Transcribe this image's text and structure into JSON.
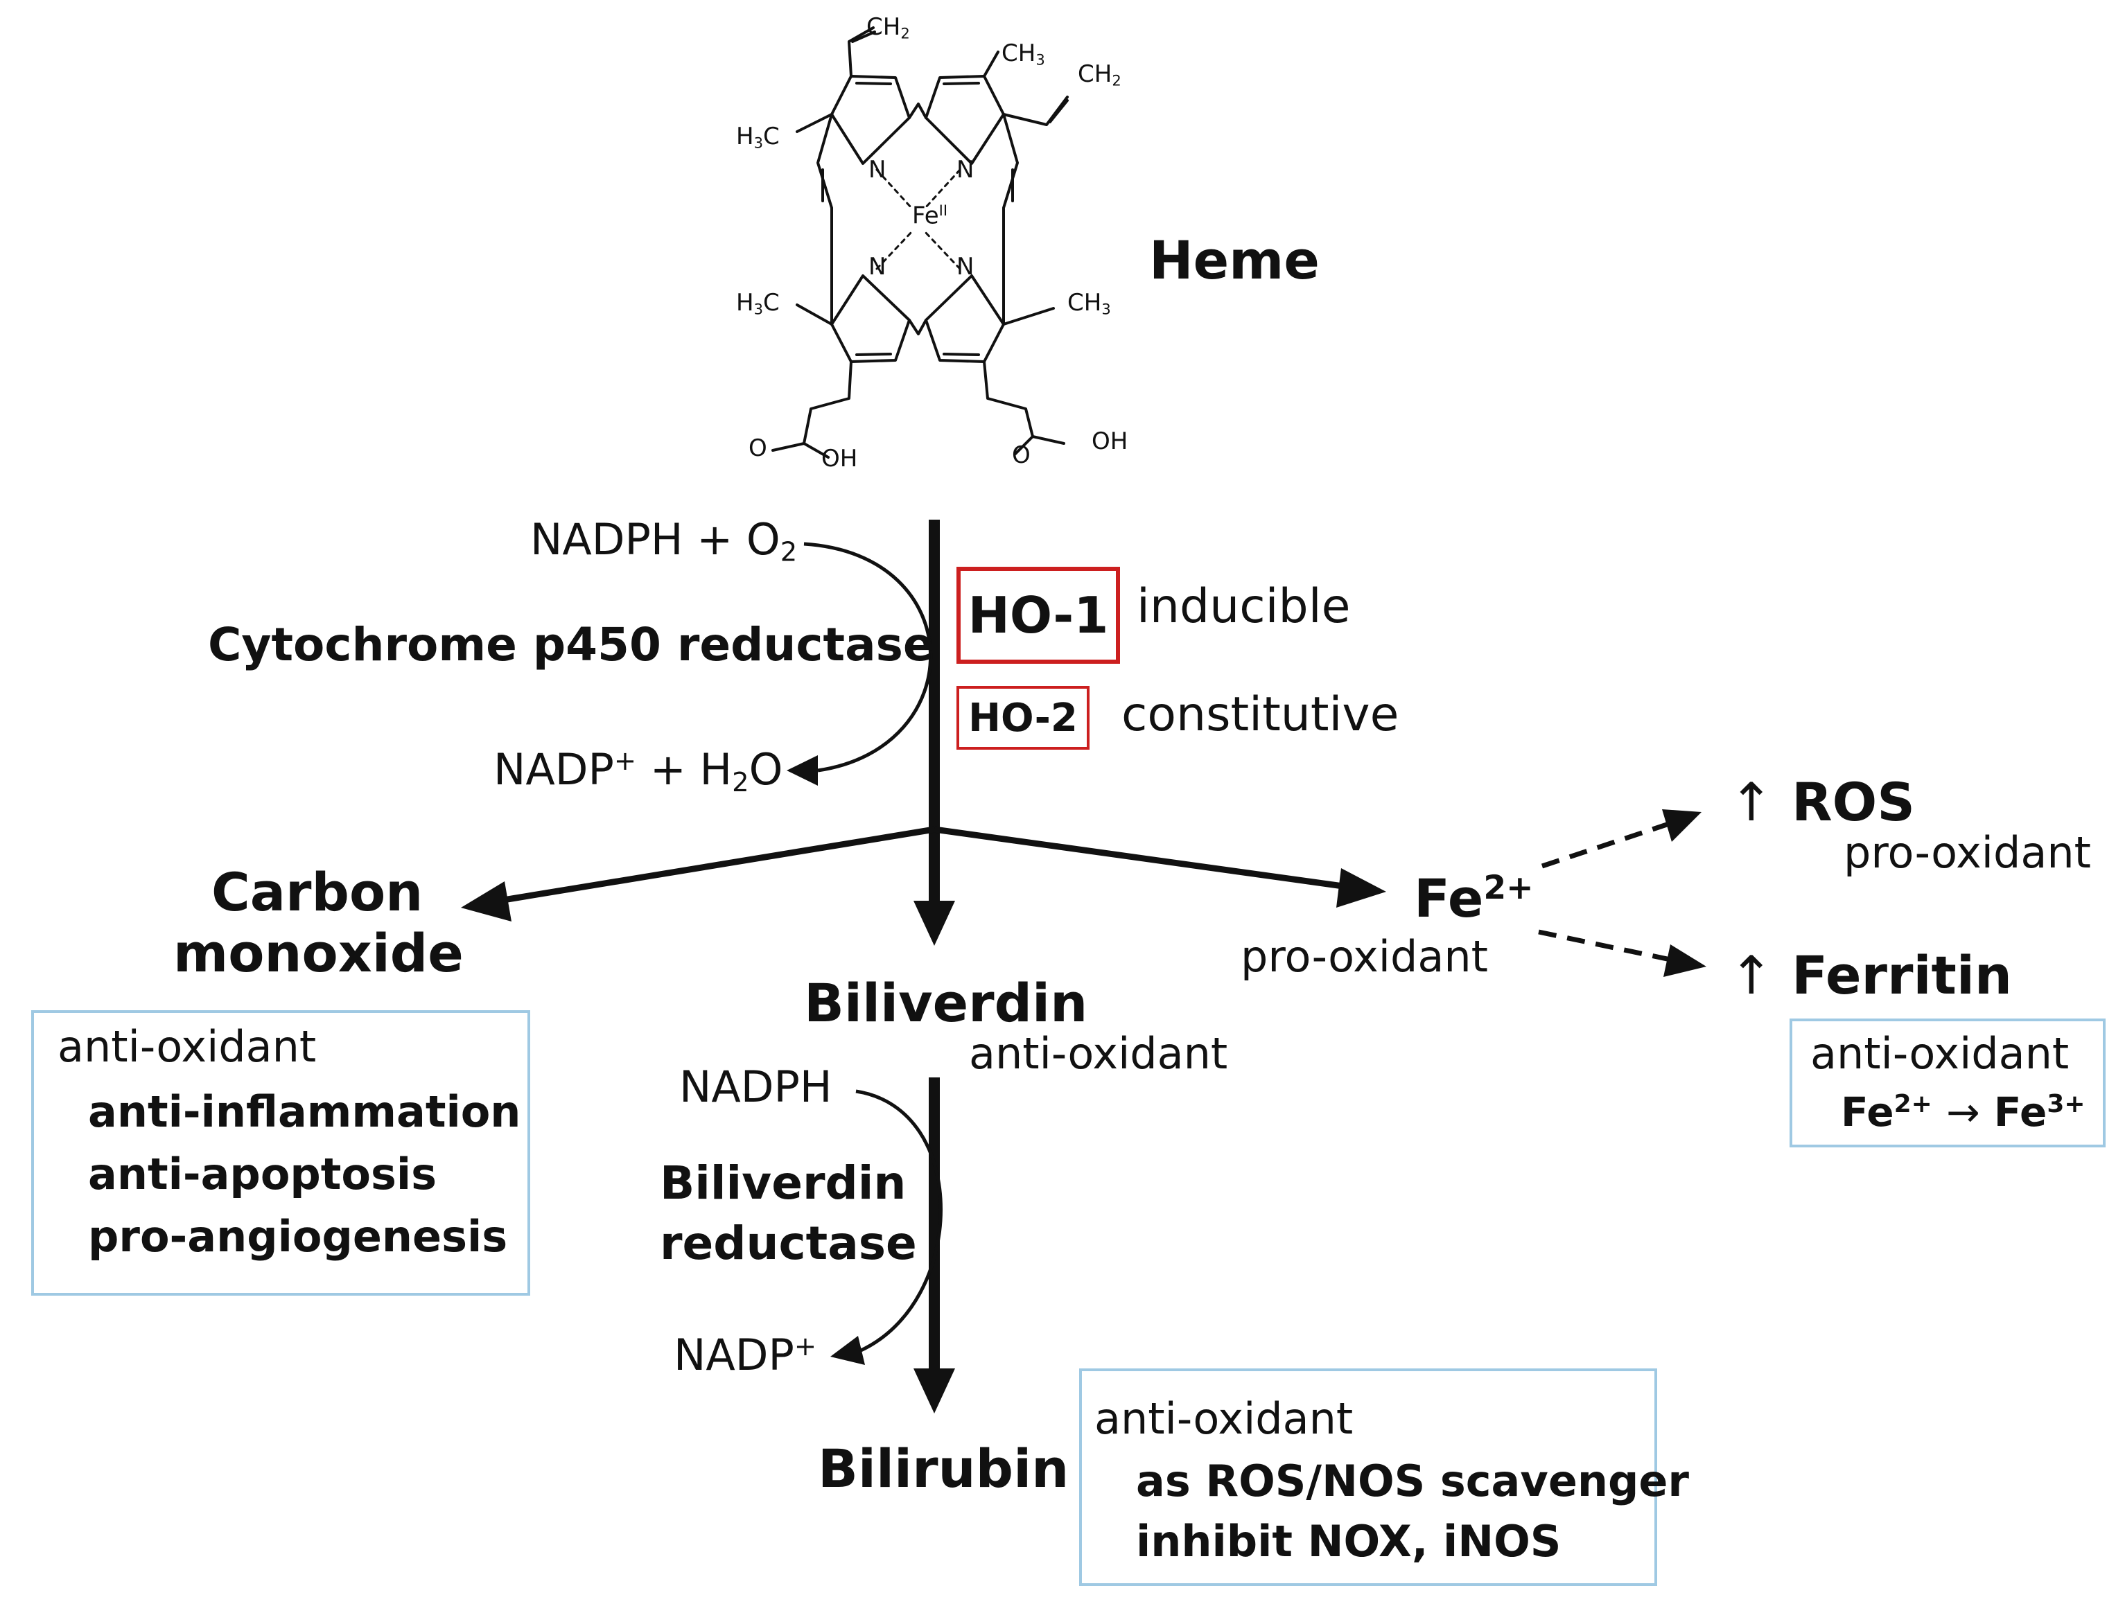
{
  "heme": {
    "title": "Heme",
    "atoms": {
      "ch2_top": "CH",
      "ch2_top_sub": "2",
      "ch3_top": "CH",
      "ch3_top_sub": "3",
      "ch2_right": "CH",
      "ch2_right_sub": "2",
      "h3c_left_top": "H",
      "h3c_left_top_sub": "3",
      "h3c_left_top_tail": "C",
      "h3c_left_bot": "H",
      "h3c_left_bot_sub": "3",
      "h3c_left_bot_tail": "C",
      "ch3_right_bot": "CH",
      "ch3_right_bot_sub": "3",
      "n_tl": "N",
      "n_tr": "N",
      "n_bl": "N",
      "n_br": "N",
      "fe": "Fe",
      "fe_sup": "II",
      "o_left": "O",
      "oh_left": "OH",
      "o_right": "O",
      "oh_right": "OH"
    }
  },
  "cofactor1": {
    "in_main": "NADPH + O",
    "in_sub": "2",
    "enzyme": "Cytochrome p450 reductase",
    "out_main": "NADP",
    "out_sup": "+",
    "out_mid": " + H",
    "out_sub": "2",
    "out_tail": "O"
  },
  "ho1": {
    "label": "HO-1",
    "desc": "inducible"
  },
  "ho2": {
    "label": "HO-2",
    "desc": "constitutive"
  },
  "carbon_monoxide": {
    "line1": "Carbon",
    "line2": "monoxide",
    "box": {
      "header": "anti-oxidant",
      "items": [
        "anti-inflammation",
        "anti-apoptosis",
        "pro-angiogenesis"
      ]
    }
  },
  "biliverdin": {
    "label": "Biliverdin",
    "note": "anti-oxidant"
  },
  "fe2": {
    "label": "Fe",
    "sup": "2+",
    "note": "pro-oxidant"
  },
  "ros": {
    "arrow": "↑",
    "label": "ROS",
    "note": "pro-oxidant"
  },
  "ferritin": {
    "arrow": "↑",
    "label": "Ferritin",
    "box": {
      "header": "anti-oxidant",
      "from": "Fe",
      "from_sup": "2+",
      "arrow": "→",
      "to": "Fe",
      "to_sup": "3+"
    }
  },
  "cofactor2": {
    "in": "NADPH",
    "enzyme_line1": "Biliverdin",
    "enzyme_line2": "reductase",
    "out_main": "NADP",
    "out_sup": "+"
  },
  "bilirubin": {
    "label": "Bilirubin",
    "box": {
      "header": "anti-oxidant",
      "items": [
        "as ROS/NOS scavenger",
        "inhibit NOX, iNOS"
      ]
    }
  },
  "colors": {
    "enzyme_box": "#cc1f1f",
    "info_box": "#9fc9e3",
    "ink": "#111111"
  }
}
